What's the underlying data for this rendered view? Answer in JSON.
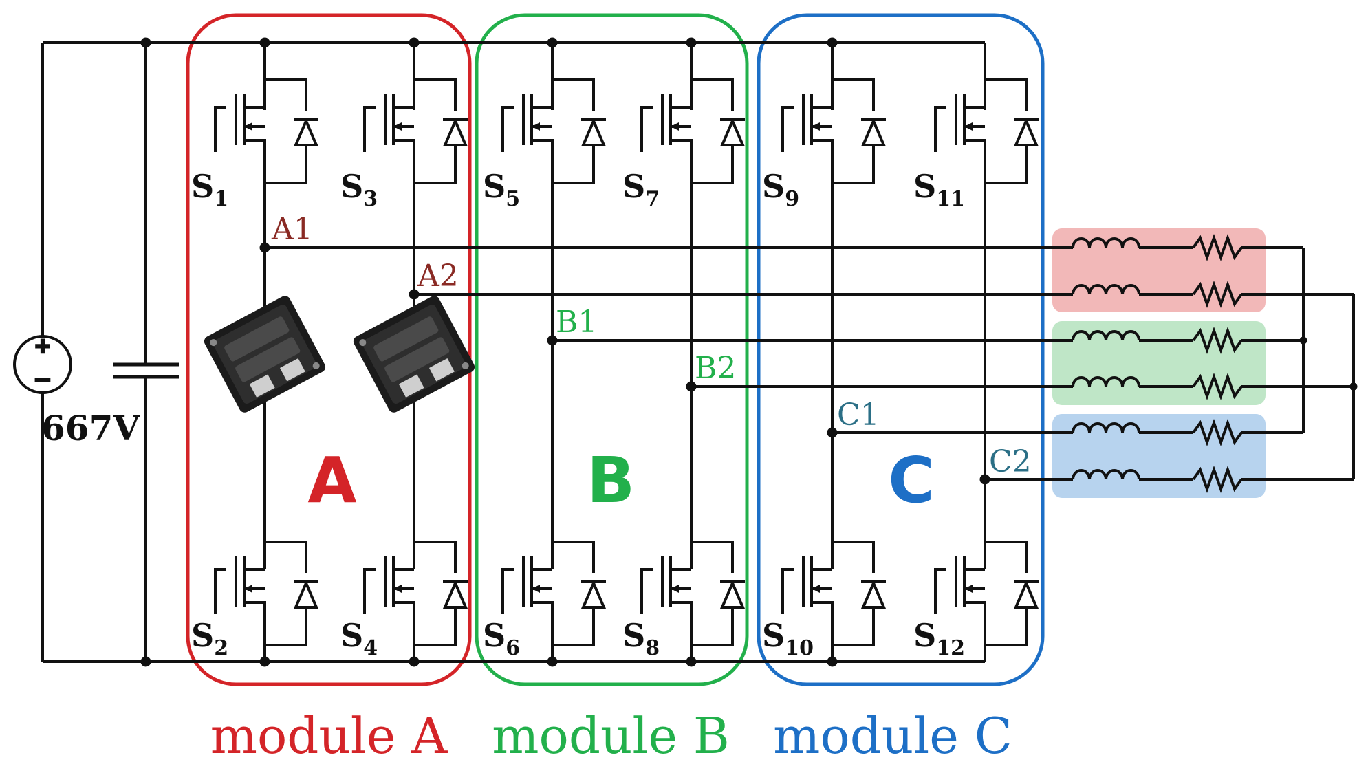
{
  "source": {
    "voltage": "667V"
  },
  "modules": [
    {
      "id": "A",
      "letter": "A",
      "caption": "module A",
      "color": "#d42428",
      "nodes": [
        "A1",
        "A2"
      ]
    },
    {
      "id": "B",
      "letter": "B",
      "caption": "module B",
      "color": "#22b04b",
      "nodes": [
        "B1",
        "B2"
      ]
    },
    {
      "id": "C",
      "letter": "C",
      "caption": "module C",
      "color": "#1d6fc6",
      "nodes": [
        "C1",
        "C2"
      ]
    }
  ],
  "switches": [
    {
      "main": "S",
      "sub": "1"
    },
    {
      "main": "S",
      "sub": "3"
    },
    {
      "main": "S",
      "sub": "5"
    },
    {
      "main": "S",
      "sub": "7"
    },
    {
      "main": "S",
      "sub": "9"
    },
    {
      "main": "S",
      "sub": "11"
    },
    {
      "main": "S",
      "sub": "2"
    },
    {
      "main": "S",
      "sub": "4"
    },
    {
      "main": "S",
      "sub": "6"
    },
    {
      "main": "S",
      "sub": "8"
    },
    {
      "main": "S",
      "sub": "10"
    },
    {
      "main": "S",
      "sub": "12"
    }
  ],
  "node_colors": {
    "A": "#8a2a24",
    "B": "#22b04b",
    "C": "#2b6f86"
  },
  "load_colors": {
    "A": "#f2b8b8",
    "B": "#bfe6c7",
    "C": "#b7d3ee"
  }
}
